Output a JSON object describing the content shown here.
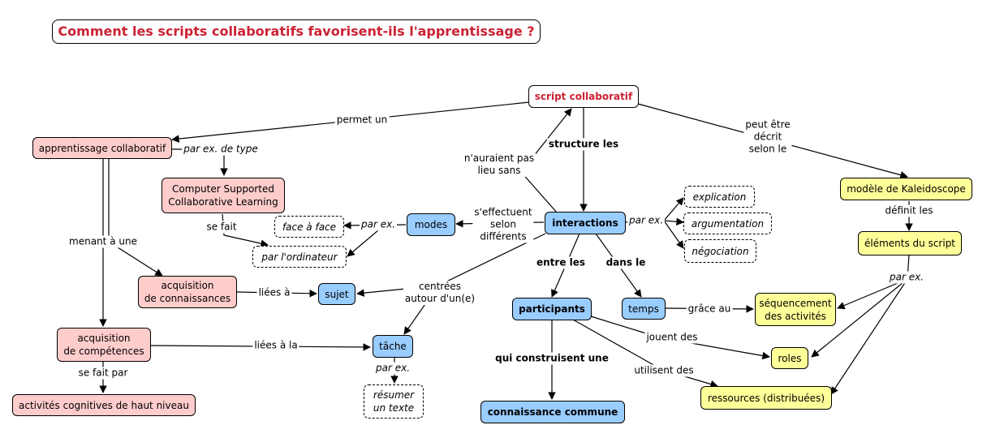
{
  "title": "Comment les scripts collaboratifs favorisent-ils l'apprentissage ?",
  "nodes": {
    "script": "script collaboratif",
    "apprentissage": "apprentissage collaboratif",
    "cscl": "Computer Supported\nCollaborative Learning",
    "acq_conn": "acquisition\nde connaissances",
    "acq_comp": "acquisition\nde compétences",
    "activites": "activités cognitives de haut niveau",
    "modes": "modes",
    "face": "face à face",
    "ordi": "par l'ordinateur",
    "sujet": "sujet",
    "tache": "tâche",
    "resumer": "résumer\nun texte",
    "interactions": "interactions",
    "explication": "explication",
    "argumentation": "argumentation",
    "negociation": "négociation",
    "participants": "participants",
    "connaissance": "connaissance commune",
    "temps": "temps",
    "sequencement": "séquencement\ndes activités",
    "roles": "roles",
    "ressources": "ressources (distribuées)",
    "kaleidoscope": "modèle de Kaleidoscope",
    "elements": "éléments du script"
  },
  "links": {
    "permet_un": "permet un",
    "par_ex_de_type": "par ex. de type",
    "nauraient": "n'auraient pas\nlieu sans",
    "structure_les": "structure les",
    "peut_etre": "peut être\ndécrit\nselon le",
    "se_fait": "se fait",
    "menant_a_une": "menant à une",
    "par_ex_modes": "par ex.",
    "seffectuent": "s'effectuent\nselon\ndifférents",
    "par_ex_inter": "par ex.",
    "definit_les": "définit les",
    "liees_a": "liées à",
    "centrees": "centrées\nautour d'un(e)",
    "entre_les": "entre les",
    "dans_le": "dans le",
    "par_ex_elem": "par ex.",
    "liees_a_la": "liées à la",
    "grace_au": "grâce au",
    "par_ex_tache": "par ex.",
    "joue_des": "jouent des",
    "se_fait_par": "se fait par",
    "qui_construisent": "qui construisent une",
    "utilisent_des": "utilisent des"
  }
}
